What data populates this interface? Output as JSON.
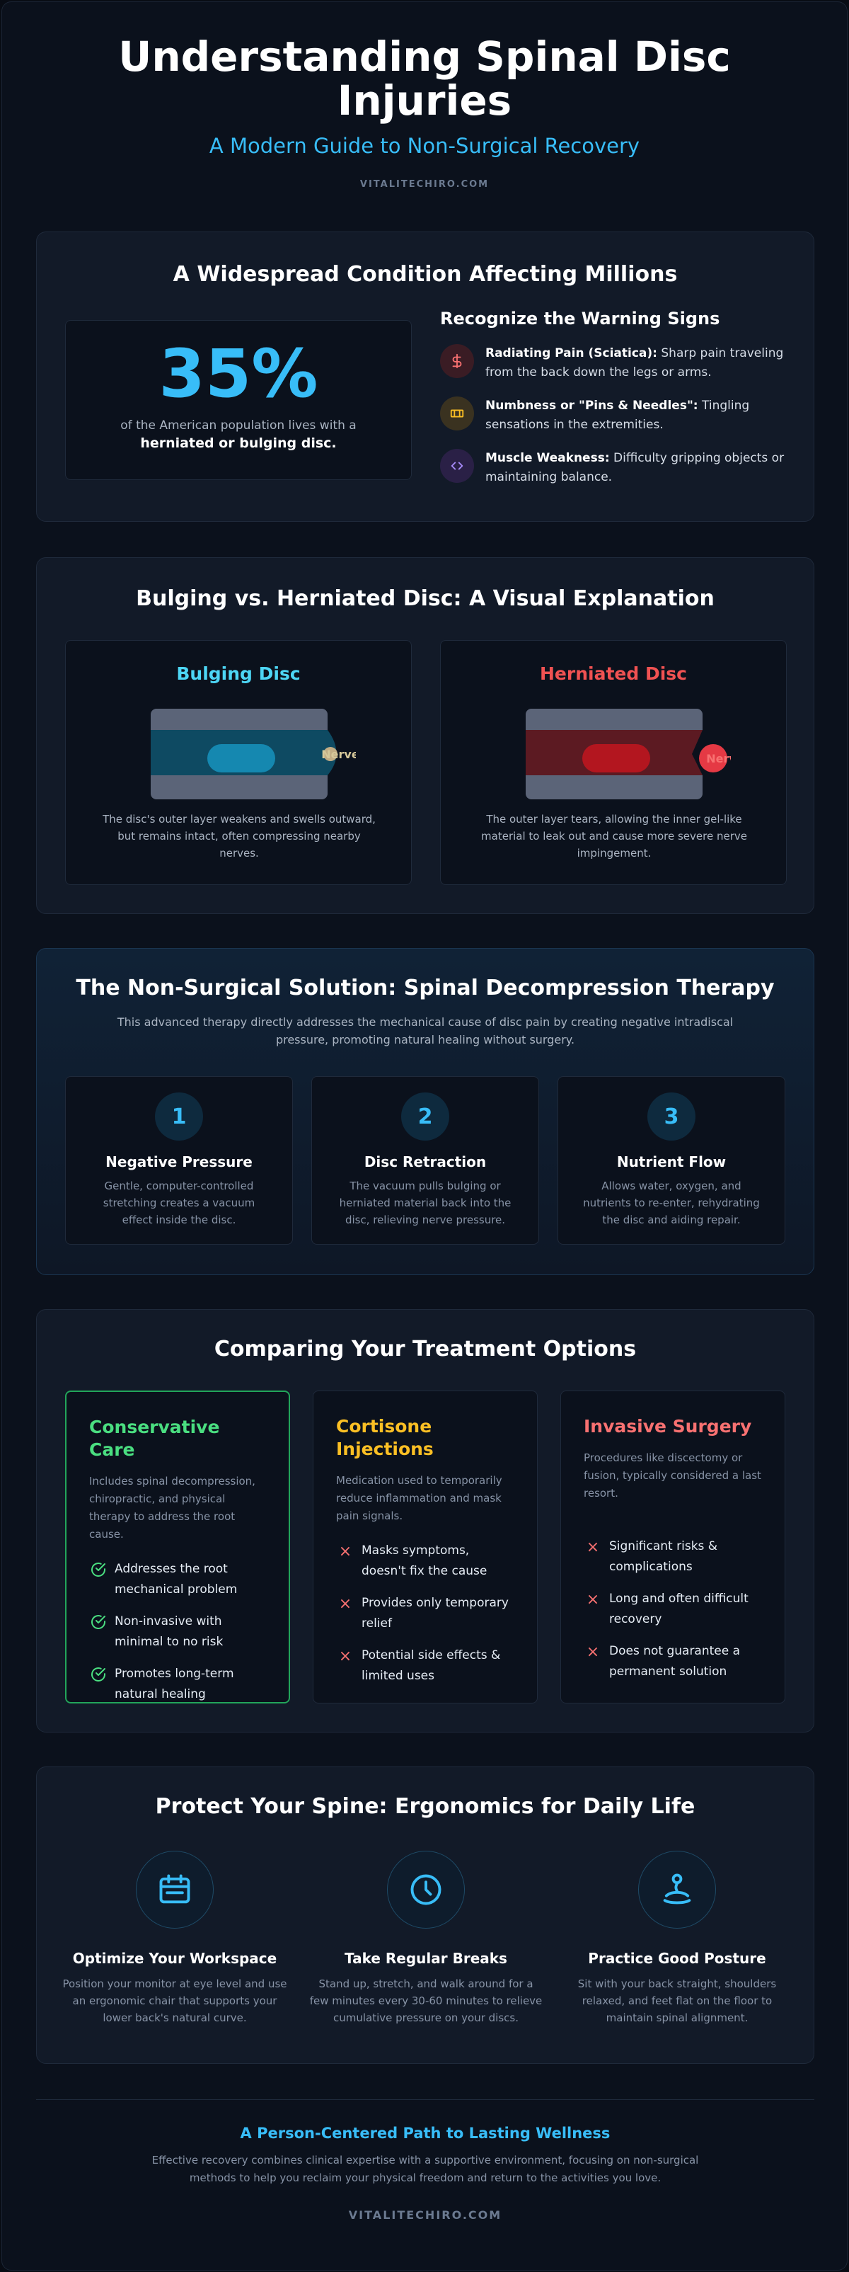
{
  "header": {
    "title": "Understanding Spinal Disc Injuries",
    "subtitle": "A Modern Guide to Non-Surgical Recovery",
    "brand": "VITALITECHIRO.COM"
  },
  "widespread": {
    "title": "A Widespread Condition Affecting Millions",
    "stat_value": "35%",
    "stat_text": "of the American population lives with a",
    "stat_strong": "herniated or bulging disc.",
    "signs_title": "Recognize the Warning Signs",
    "signs": [
      {
        "label": "Radiating Pain (Sciatica):",
        "text": "Sharp pain traveling from the back down the legs or arms.",
        "icon": "dollar-icon",
        "color": "#f87171"
      },
      {
        "label": "Numbness or \"Pins & Needles\":",
        "text": "Tingling sensations in the extremities.",
        "icon": "ticket-icon",
        "color": "#fbbf24"
      },
      {
        "label": "Muscle Weakness:",
        "text": "Difficulty gripping objects or maintaining balance.",
        "icon": "code-icon",
        "color": "#a78bfa"
      }
    ]
  },
  "visual": {
    "title": "Bulging vs. Herniated Disc: A Visual Explanation",
    "bulging": {
      "name": "Bulging Disc",
      "nerve_label": "Nerve",
      "desc": "The disc's outer layer weakens and swells outward, but remains intact, often compressing nearby nerves.",
      "color": "#4dd6f5"
    },
    "herniated": {
      "name": "Herniated Disc",
      "nerve_label": "Nerve",
      "desc": "The outer layer tears, allowing the inner gel-like material to leak out and cause more severe nerve impingement.",
      "color": "#f05252"
    }
  },
  "solution": {
    "title": "The Non-Surgical Solution: Spinal Decompression Therapy",
    "intro": "This advanced therapy directly addresses the mechanical cause of disc pain by creating negative intradiscal pressure, promoting natural healing without surgery.",
    "steps": [
      {
        "num": "1",
        "title": "Negative Pressure",
        "desc": "Gentle, computer-controlled stretching creates a vacuum effect inside the disc."
      },
      {
        "num": "2",
        "title": "Disc Retraction",
        "desc": "The vacuum pulls bulging or herniated material back into the disc, relieving nerve pressure."
      },
      {
        "num": "3",
        "title": "Nutrient Flow",
        "desc": "Allows water, oxygen, and nutrients to re-enter, rehydrating the disc and aiding repair."
      }
    ]
  },
  "compare": {
    "title": "Comparing Your Treatment Options",
    "options": [
      {
        "title": "Conservative Care",
        "color": "#4ade80",
        "desc": "Includes spinal decompression, chiropractic, and physical therapy to address the root cause.",
        "mark": "check",
        "items": [
          "Addresses the root mechanical problem",
          "Non-invasive with minimal to no risk",
          "Promotes long-term natural healing"
        ]
      },
      {
        "title": "Cortisone Injections",
        "color": "#fbbf24",
        "desc": "Medication used to temporarily reduce inflammation and mask pain signals.",
        "mark": "x",
        "items": [
          "Masks symptoms, doesn't fix the cause",
          "Provides only temporary relief",
          "Potential side effects & limited uses"
        ]
      },
      {
        "title": "Invasive Surgery",
        "color": "#f87171",
        "desc": "Procedures like discectomy or fusion, typically considered a last resort.",
        "mark": "x",
        "items": [
          "Significant risks & complications",
          "Long and often difficult recovery",
          "Does not guarantee a permanent solution"
        ]
      }
    ]
  },
  "ergonomics": {
    "title": "Protect Your Spine: Ergonomics for Daily Life",
    "tips": [
      {
        "title": "Optimize Your Workspace",
        "desc": "Position your monitor at eye level and use an ergonomic chair that supports your lower back's natural curve.",
        "icon": "calendar-icon"
      },
      {
        "title": "Take Regular Breaks",
        "desc": "Stand up, stretch, and walk around for a few minutes every 30-60 minutes to relieve cumulative pressure on your discs.",
        "icon": "clock-icon"
      },
      {
        "title": "Practice Good Posture",
        "desc": "Sit with your back straight, shoulders relaxed, and feet flat on the floor to maintain spinal alignment.",
        "icon": "posture-icon"
      }
    ]
  },
  "footer": {
    "title": "A Person-Centered Path to Lasting Wellness",
    "text": "Effective recovery combines clinical expertise with a supportive environment, focusing on non-surgical methods to help you reclaim your physical freedom and return to the activities you love.",
    "brand": "VITALITECHIRO.COM"
  }
}
